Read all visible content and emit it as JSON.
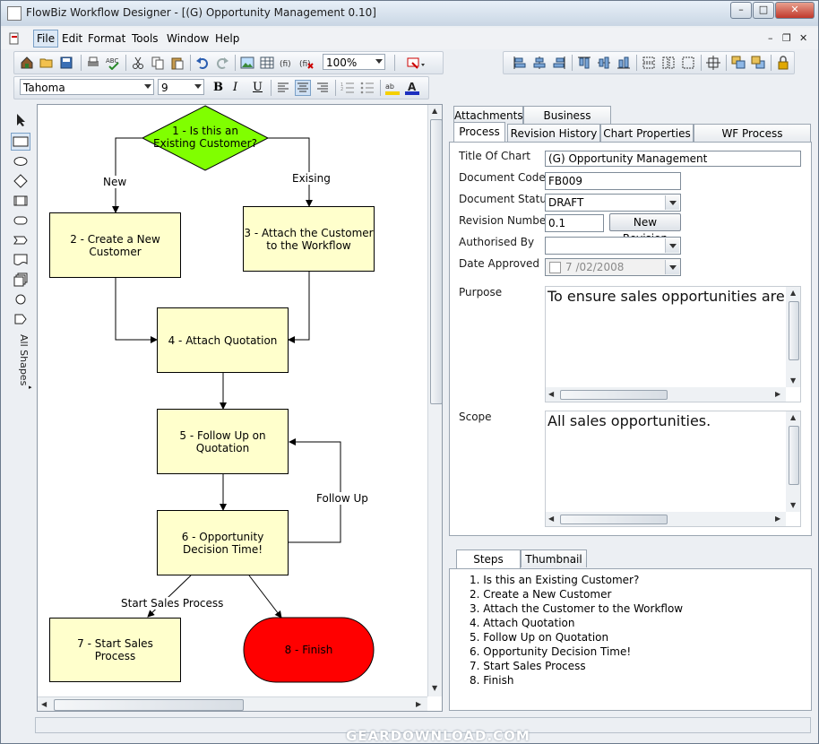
{
  "window": {
    "title": "FlowBiz Workflow Designer - [(G) Opportunity Management 0.10]"
  },
  "menu": {
    "items": [
      "File",
      "Edit",
      "Format",
      "Tools",
      "Window",
      "Help"
    ]
  },
  "toolbar": {
    "zoom": "100%"
  },
  "format_bar": {
    "font": "Tahoma",
    "size": "9",
    "bold": "B",
    "italic": "I",
    "underline": "U"
  },
  "shape_palette": {
    "label": "All Shapes"
  },
  "flowchart": {
    "nodes": [
      "1 - Is this an Existing Customer?",
      "2 - Create a New Customer",
      "3 - Attach the Customer to the Workflow",
      "4 - Attach Quotation",
      "5 - Follow Up on Quotation",
      "6 - Opportunity Decision Time!",
      "7 - Start Sales Process",
      "8 - Finish"
    ],
    "edge_labels": [
      "New",
      "Exising",
      "Follow Up",
      "Start Sales Process"
    ],
    "colors": {
      "decision": "#80ff00",
      "process": "#ffffcc",
      "terminal": "#ff0000"
    }
  },
  "tabs": {
    "row1": [
      "Attachments",
      "Business Analysis"
    ],
    "row2": [
      "Process",
      "Revision History",
      "Chart Properties",
      "WF Process"
    ],
    "selected": "Process"
  },
  "properties": {
    "title_label": "Title Of Chart",
    "title_value": "(G) Opportunity Management",
    "code_label": "Document Code",
    "code_value": "FB009",
    "status_label": "Document Status",
    "status_value": "DRAFT",
    "revision_label": "Revision Number",
    "revision_value": "0.1",
    "new_revision_button": "New Revision",
    "authorised_label": "Authorised By",
    "authorised_value": "",
    "approved_label": "Date Approved",
    "approved_value": "7 /02/2008",
    "purpose_label": "Purpose",
    "purpose_value": "To ensure sales opportunities are not",
    "scope_label": "Scope",
    "scope_value": "All sales opportunities."
  },
  "bottom_tabs": [
    "Steps",
    "Thumbnail"
  ],
  "steps": [
    "1. Is this an Existing Customer?",
    "2. Create a New Customer",
    "3. Attach the Customer to the Workflow",
    "4. Attach Quotation",
    "5. Follow Up on Quotation",
    "6. Opportunity Decision Time!",
    "7. Start Sales Process",
    "8. Finish"
  ],
  "watermark": "GEARDOWNLOAD.COM"
}
